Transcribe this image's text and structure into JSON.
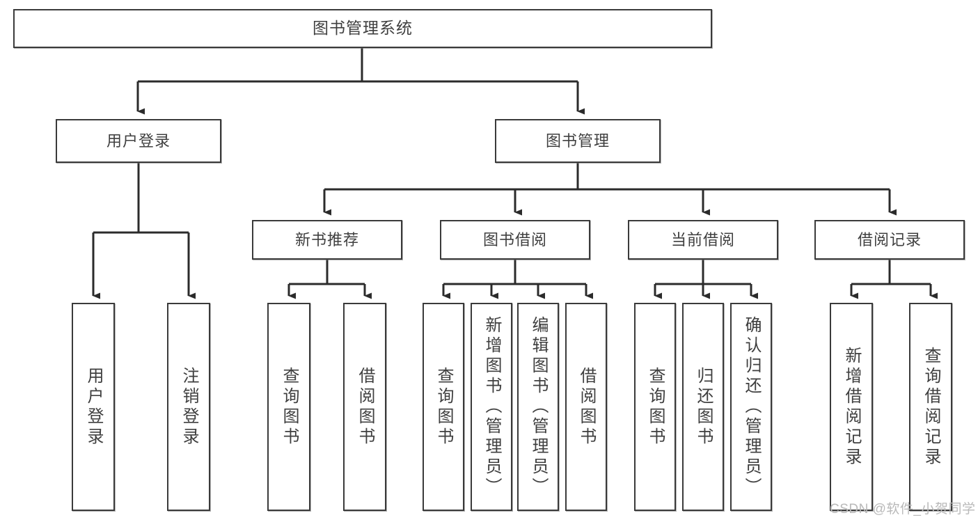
{
  "diagram": {
    "title": "图书管理系统",
    "root": {
      "label": "图书管理系统"
    },
    "level2": [
      {
        "label": "用户登录"
      },
      {
        "label": "图书管理"
      }
    ],
    "level3": [
      {
        "label": "新书推荐"
      },
      {
        "label": "图书借阅"
      },
      {
        "label": "当前借阅"
      },
      {
        "label": "借阅记录"
      }
    ],
    "leaves": {
      "user_login": [
        {
          "label": "用户登录"
        },
        {
          "label": "注销登录"
        }
      ],
      "new_book_recommend": [
        {
          "label": "查询图书"
        },
        {
          "label": "借阅图书"
        }
      ],
      "book_borrow": [
        {
          "label": "查询图书"
        },
        {
          "label": "新增图书（管理员）"
        },
        {
          "label": "编辑图书（管理员）"
        },
        {
          "label": "借阅图书"
        }
      ],
      "current_borrow": [
        {
          "label": "查询图书"
        },
        {
          "label": "归还图书"
        },
        {
          "label": "确认归还（管理员）"
        }
      ],
      "borrow_record": [
        {
          "label": "新增借阅记录"
        },
        {
          "label": "查询借阅记录"
        }
      ]
    }
  },
  "watermark": {
    "text": "CSDN @软件_小贺同学"
  },
  "colors": {
    "border": "#3a3a3a",
    "text": "#3f3f3f",
    "background": "#ffffff",
    "edge": "#2b2b2b",
    "watermark": "#b9b9b9"
  }
}
